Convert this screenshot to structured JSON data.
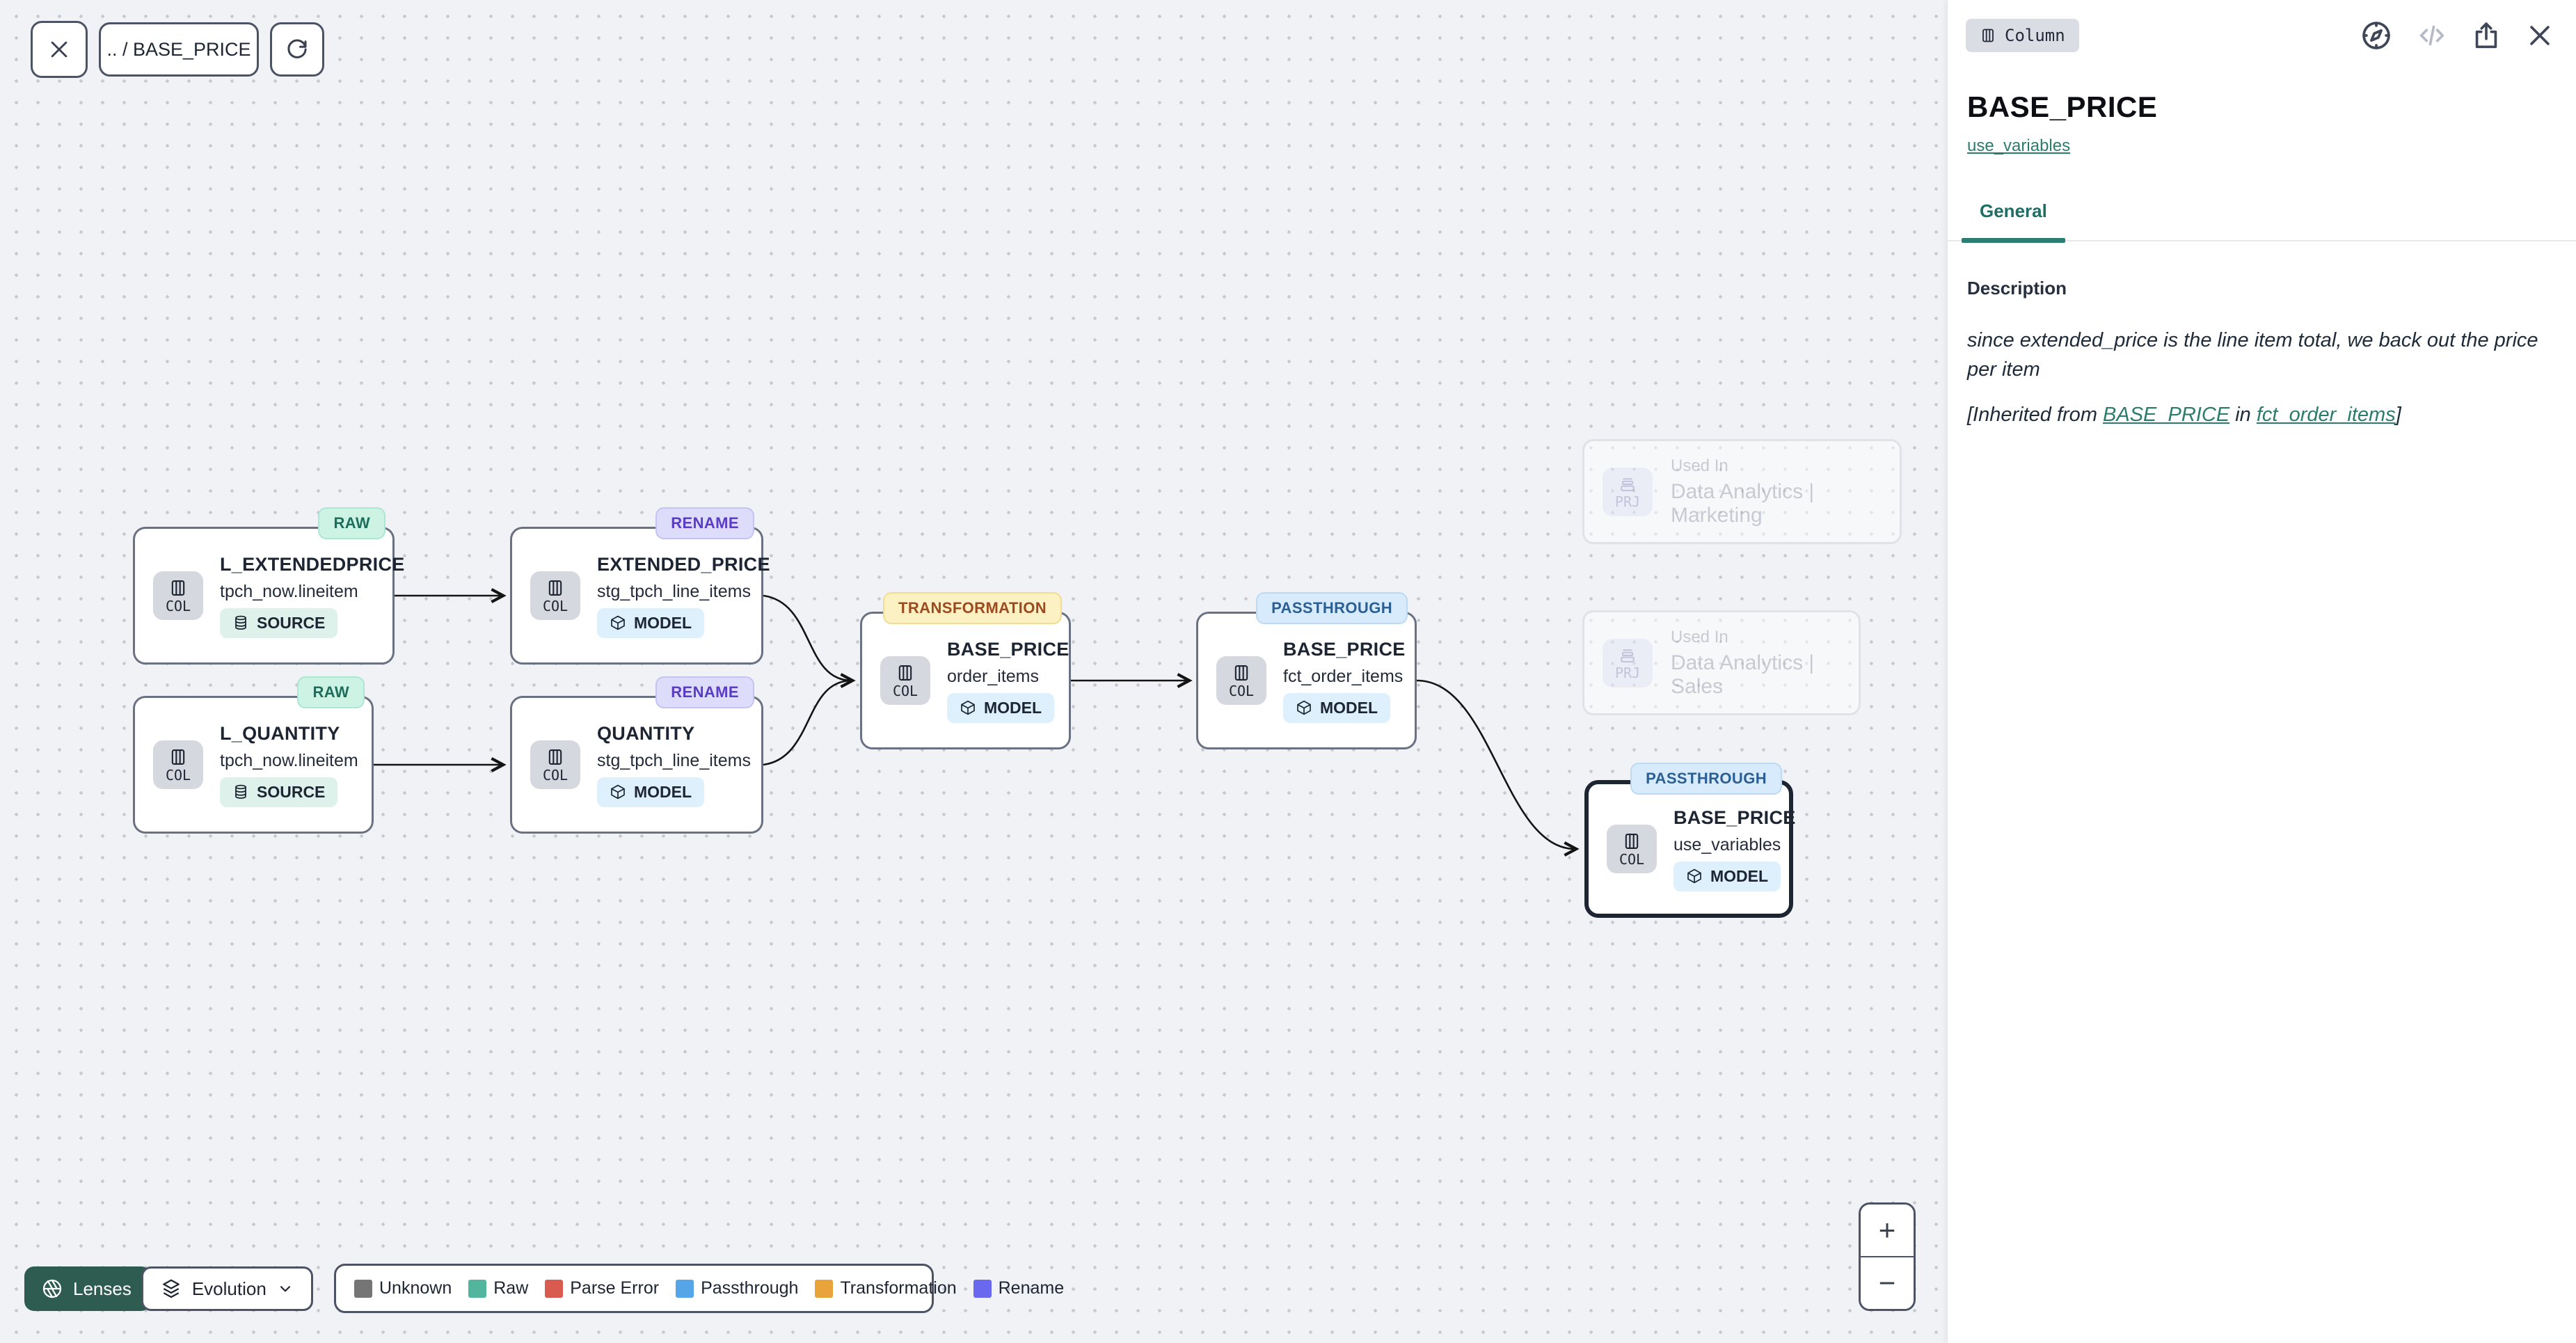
{
  "toolbar": {
    "breadcrumb": ".. / BASE_PRICE"
  },
  "controls": {
    "lenses_label": "Lenses",
    "lens_selected": "Evolution",
    "zoom_in": "+",
    "zoom_out": "−"
  },
  "legend": {
    "items": [
      {
        "label": "Unknown",
        "color": "#757575"
      },
      {
        "label": "Raw",
        "color": "#52b69e"
      },
      {
        "label": "Parse Error",
        "color": "#d95a4e"
      },
      {
        "label": "Passthrough",
        "color": "#56a5e8"
      },
      {
        "label": "Transformation",
        "color": "#e8a33b"
      },
      {
        "label": "Rename",
        "color": "#6a68ee"
      }
    ]
  },
  "graph": {
    "nodes": [
      {
        "badge": "RAW",
        "title": "L_EXTENDEDPRICE",
        "subtitle": "tpch_now.lineitem",
        "kind": "SOURCE",
        "type_label": "COL"
      },
      {
        "badge": "RENAME",
        "title": "EXTENDED_PRICE",
        "subtitle": "stg_tpch_line_items",
        "kind": "MODEL",
        "type_label": "COL"
      },
      {
        "badge": "RAW",
        "title": "L_QUANTITY",
        "subtitle": "tpch_now.lineitem",
        "kind": "SOURCE",
        "type_label": "COL"
      },
      {
        "badge": "RENAME",
        "title": "QUANTITY",
        "subtitle": "stg_tpch_line_items",
        "kind": "MODEL",
        "type_label": "COL"
      },
      {
        "badge": "TRANSFORMATION",
        "title": "BASE_PRICE",
        "subtitle": "order_items",
        "kind": "MODEL",
        "type_label": "COL"
      },
      {
        "badge": "PASSTHROUGH",
        "title": "BASE_PRICE",
        "subtitle": "fct_order_items",
        "kind": "MODEL",
        "type_label": "COL"
      },
      {
        "badge": "PASSTHROUGH",
        "title": "BASE_PRICE",
        "subtitle": "use_variables",
        "kind": "MODEL",
        "type_label": "COL"
      }
    ],
    "used_in": [
      {
        "chip": "PRJ",
        "label": "Used In",
        "project": "Data Analytics | Marketing"
      },
      {
        "chip": "PRJ",
        "label": "Used In",
        "project": "Data Analytics | Sales"
      }
    ]
  },
  "panel": {
    "chip": "Column",
    "title": "BASE_PRICE",
    "model_link": "use_variables",
    "tab": "General",
    "description_label": "Description",
    "description_text": "since extended_price is the line item total, we back out the price per item",
    "inherited": {
      "prefix": "[Inherited from ",
      "link1": "BASE_PRICE",
      "mid": " in ",
      "link2": "fct_order_items",
      "suffix": "]"
    }
  },
  "colors": {
    "accent_teal": "#2c7d72",
    "link_teal": "#2c7c6c",
    "lenses_bg": "#2e5c50"
  }
}
